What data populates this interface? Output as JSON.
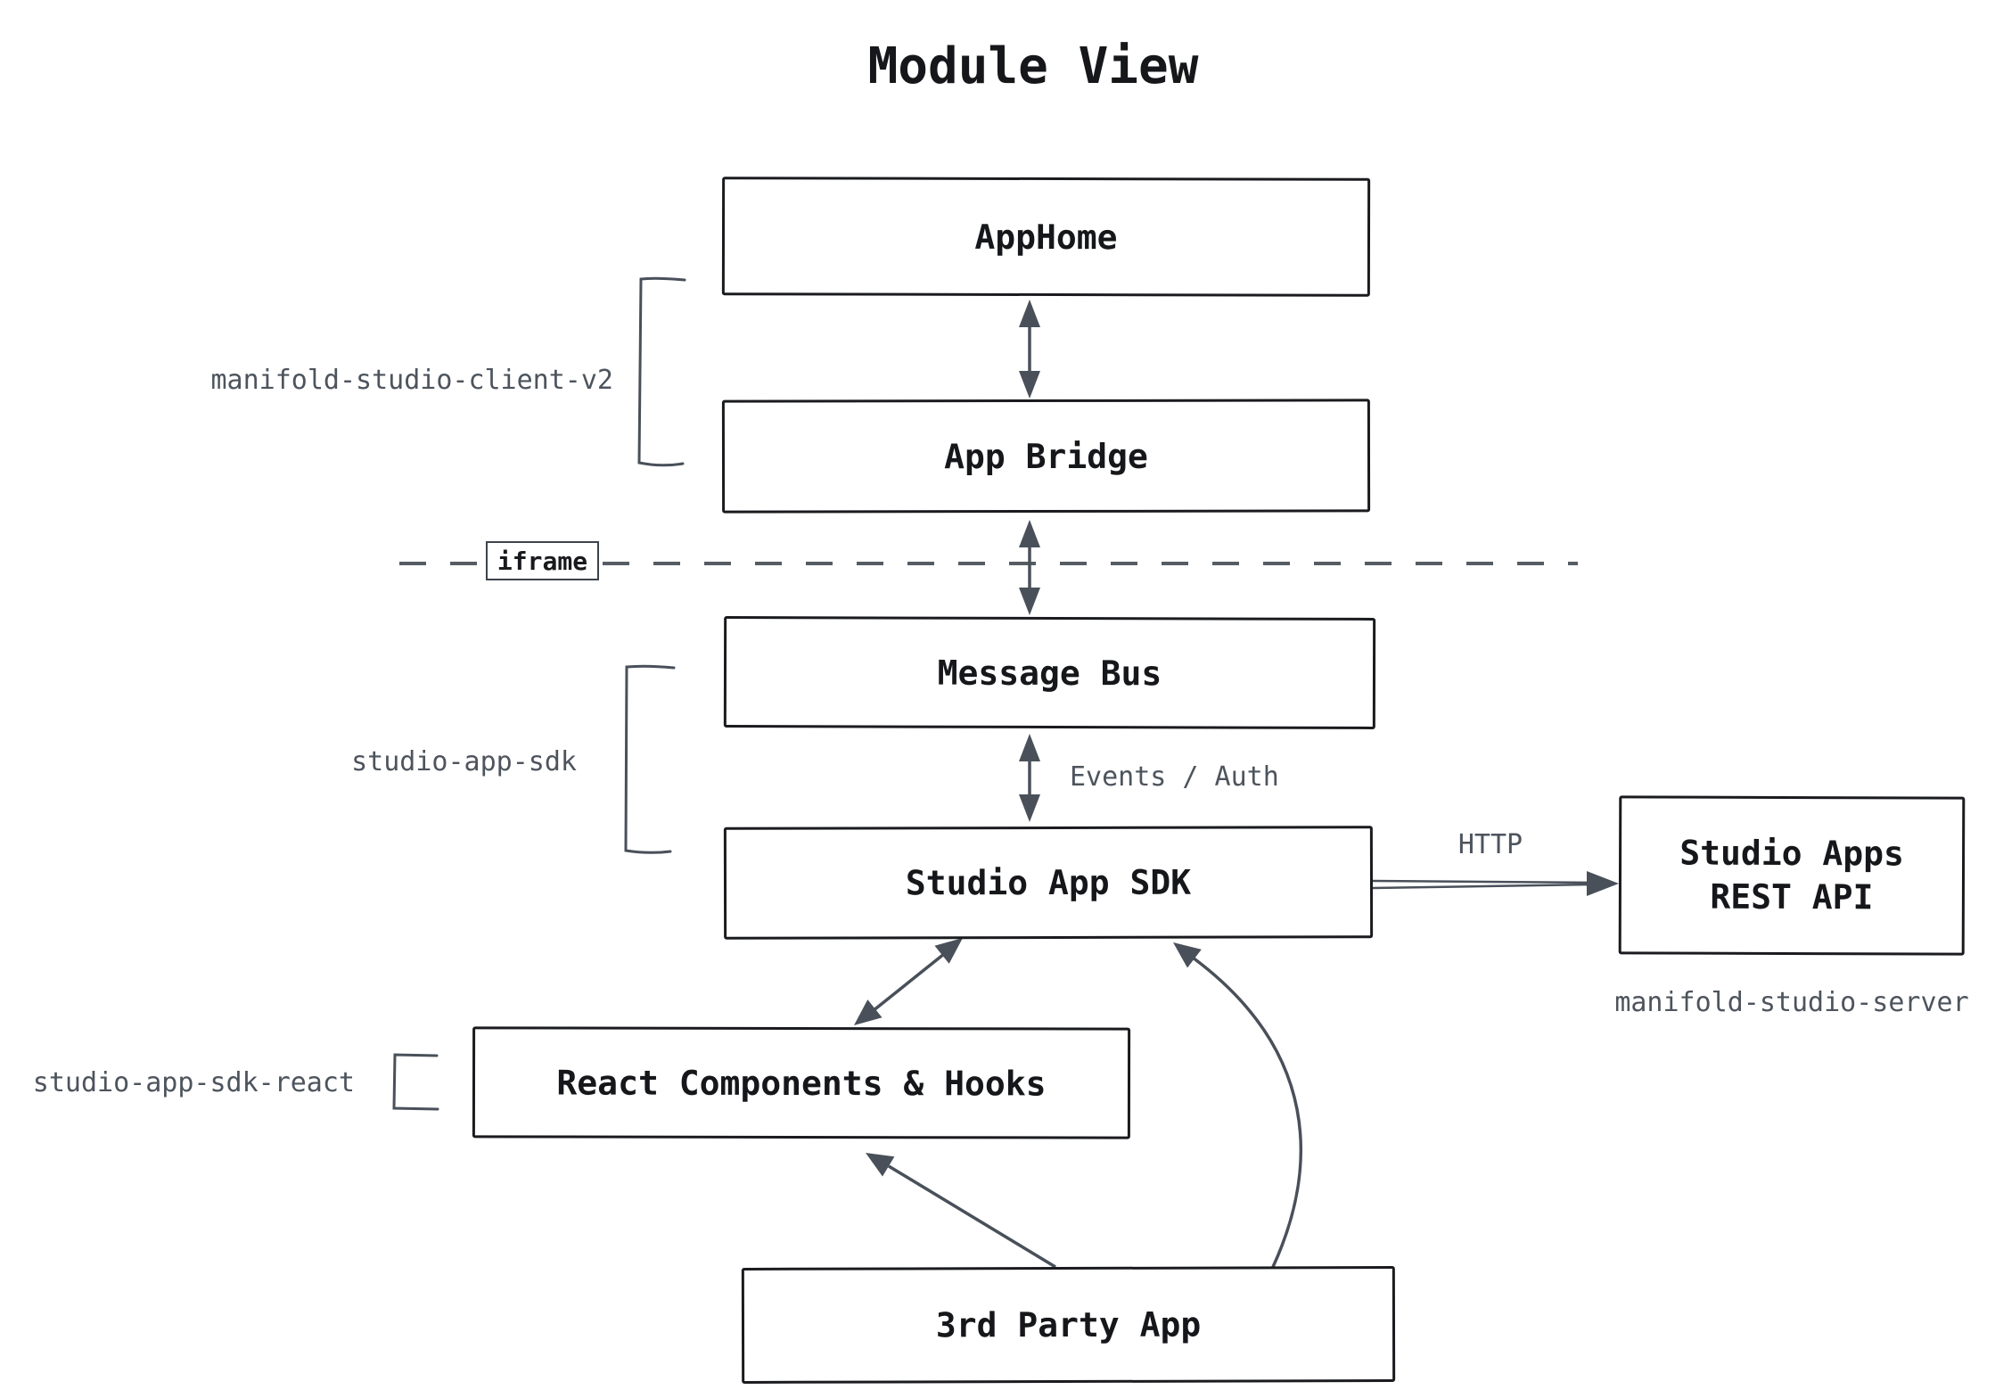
{
  "title": "Module View",
  "nodes": {
    "app_home": {
      "label": "AppHome"
    },
    "app_bridge": {
      "label": "App Bridge"
    },
    "message_bus": {
      "label": "Message Bus"
    },
    "studio_app_sdk": {
      "label": "Studio App SDK"
    },
    "studio_apps_rest_api": {
      "label_line1": "Studio Apps",
      "label_line2": "REST API"
    },
    "react_components_hooks": {
      "label": "React Components & Hooks"
    },
    "third_party_app": {
      "label": "3rd Party App"
    }
  },
  "package_labels": {
    "client": "manifold-studio-client-v2",
    "sdk": "studio-app-sdk",
    "sdk_react": "studio-app-sdk-react",
    "server": "manifold-studio-server"
  },
  "annotations": {
    "iframe_boundary": "iframe",
    "events_auth": "Events / Auth",
    "http": "HTTP"
  },
  "colors": {
    "background": "#ffffff",
    "box_ink": "#1a1b1e",
    "muted_text": "#4d545d",
    "connector": "#49505a",
    "dashed_boundary": "#565c64"
  }
}
